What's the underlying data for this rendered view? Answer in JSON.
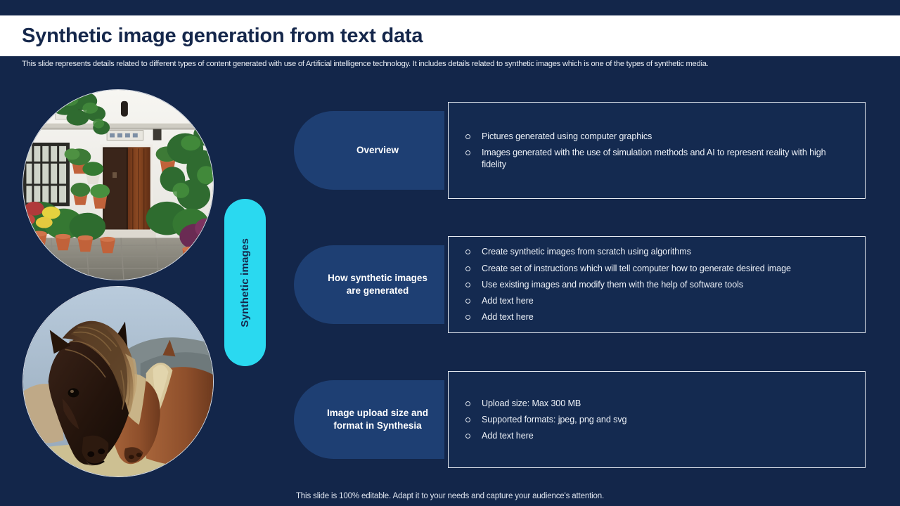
{
  "header": {
    "title": "Synthetic image generation from text data",
    "subtitle": "This slide represents details related to different types of content generated with use of Artificial intelligence technology. It includes details related to synthetic images which is one of the types of synthetic media."
  },
  "category_pill": {
    "label": "Synthetic images"
  },
  "images": [
    {
      "name": "mediterranean-house-photo",
      "alt": "White Mediterranean house facade with wooden door and potted plants"
    },
    {
      "name": "icelandic-horses-photo",
      "alt": "Close-up of dark brown Icelandic horses"
    }
  ],
  "rows": [
    {
      "category": "Overview",
      "bullets": [
        "Pictures generated using computer graphics",
        "Images generated with the use of simulation methods and AI to represent reality with high fidelity"
      ]
    },
    {
      "category": "How synthetic images are generated",
      "bullets": [
        "Create synthetic images from scratch using algorithms",
        "Create set of instructions which will tell computer how to generate desired image",
        "Use existing images and modify them with the help of software tools",
        "Add text here",
        "Add text here"
      ]
    },
    {
      "category": "Image upload size and format in Synthesia",
      "bullets": [
        "Upload size: Max 300 MB",
        "Supported formats: jpeg, png and svg",
        "Add text here"
      ]
    }
  ],
  "footer": {
    "note": "This slide is 100% editable. Adapt it to your needs and capture your audience's attention."
  },
  "colors": {
    "background": "#13264a",
    "title_band": "#ffffff",
    "title_text": "#15274b",
    "accent_cyan": "#2ad9f0",
    "pill_blue": "#1e3f73",
    "box_border": "#e6eaf1",
    "body_text": "#eef2f8"
  }
}
